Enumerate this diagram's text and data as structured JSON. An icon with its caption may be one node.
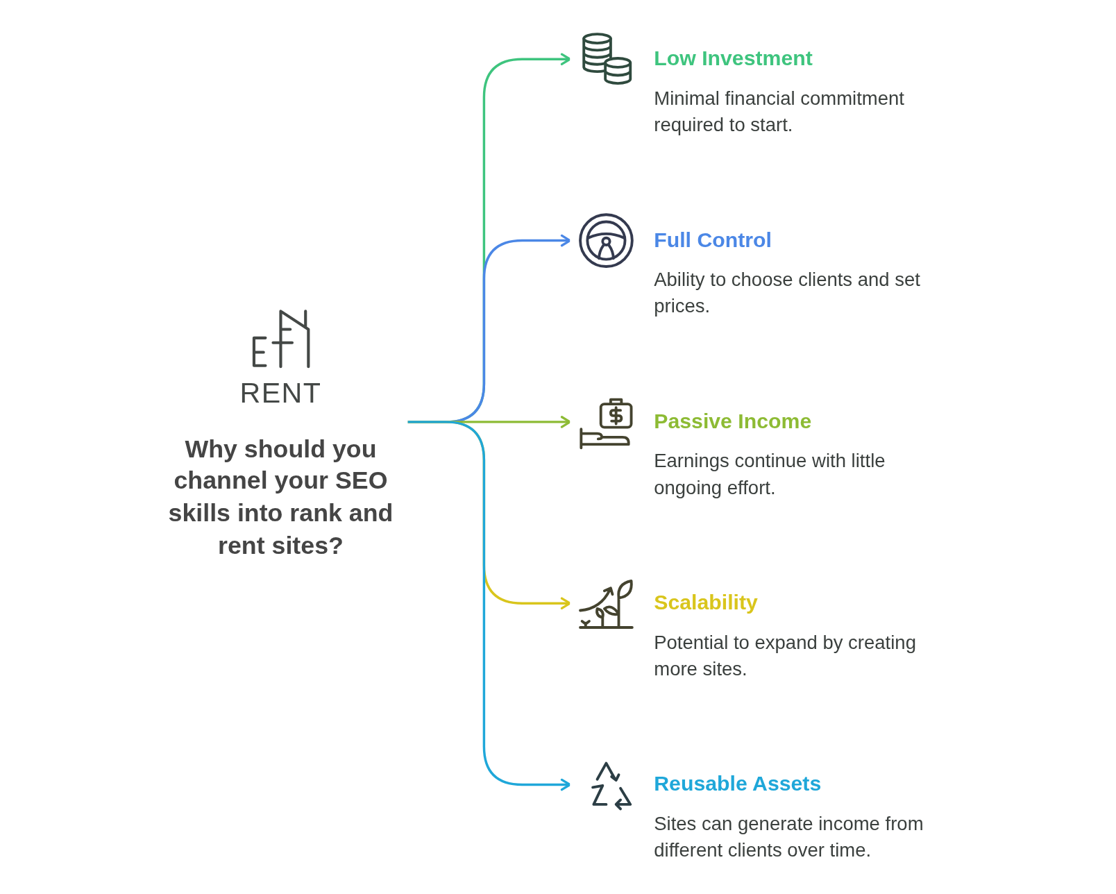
{
  "diagram": {
    "nodes": [
      {
        "text": [
          "RENT",
          "Why should you channel your SEO skills into rank and rent sites?"
        ]
      },
      {
        "text": [
          "Low Investment",
          "Minimal financial commitment required to start."
        ]
      },
      {
        "text": [
          "Full Control",
          "Ability to choose clients and set prices."
        ]
      },
      {
        "text": [
          "Passive Income",
          "Earnings continue with little ongoing effort."
        ]
      },
      {
        "text": [
          "Scalability",
          "Potential to expand by creating more sites."
        ]
      },
      {
        "text": [
          "Reusable Assets",
          "Sites can generate income from different clients over time."
        ]
      }
    ],
    "edges": [
      {
        "from": 0,
        "to": 1,
        "arrow": "to",
        "color": "#3ec47e"
      },
      {
        "from": 0,
        "to": 2,
        "arrow": "to",
        "color": "#4b87e6"
      },
      {
        "from": 0,
        "to": 3,
        "arrow": "to",
        "color": "#8dbb34"
      },
      {
        "from": 0,
        "to": 4,
        "arrow": "to",
        "color": "#d9c51c"
      },
      {
        "from": 0,
        "to": 5,
        "arrow": "to",
        "color": "#1fa7d9"
      }
    ]
  }
}
